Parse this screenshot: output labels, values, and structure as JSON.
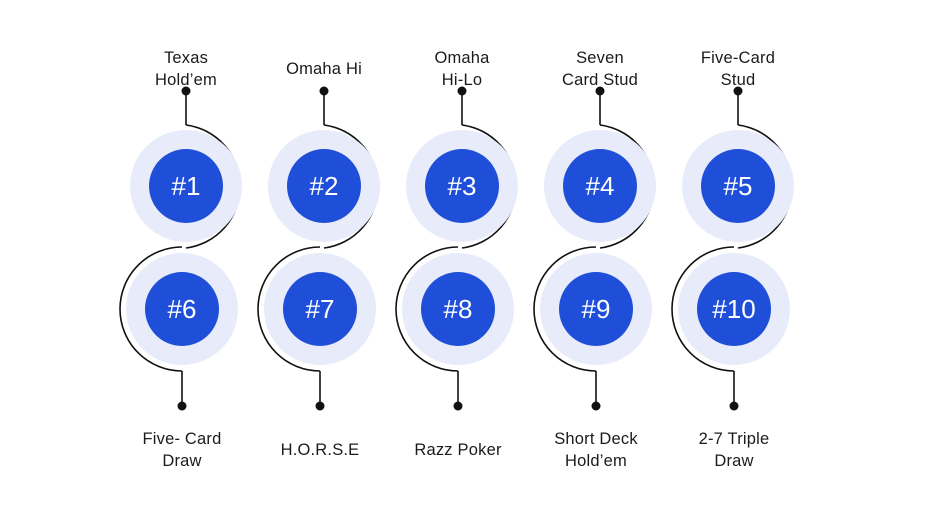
{
  "colors": {
    "badge_fill": "#1f4fd8",
    "halo_fill": "#e8ecfa",
    "connector_stroke": "#111111",
    "text": "#1b1b1b"
  },
  "top_row": [
    {
      "badge": "#1",
      "label_lines": [
        "Texas",
        "Hold’em"
      ]
    },
    {
      "badge": "#2",
      "label_lines": [
        "Omaha Hi"
      ]
    },
    {
      "badge": "#3",
      "label_lines": [
        "Omaha",
        "Hi-Lo"
      ]
    },
    {
      "badge": "#4",
      "label_lines": [
        "Seven",
        "Card Stud"
      ]
    },
    {
      "badge": "#5",
      "label_lines": [
        "Five-Card",
        "Stud"
      ]
    }
  ],
  "bottom_row": [
    {
      "badge": "#6",
      "label_lines": [
        "Five- Card",
        "Draw"
      ]
    },
    {
      "badge": "#7",
      "label_lines": [
        "H.O.R.S.E"
      ]
    },
    {
      "badge": "#8",
      "label_lines": [
        "Razz Poker"
      ]
    },
    {
      "badge": "#9",
      "label_lines": [
        "Short Deck",
        "Hold’em"
      ]
    },
    {
      "badge": "#10",
      "label_lines": [
        "2-7 Triple",
        "Draw"
      ]
    }
  ]
}
